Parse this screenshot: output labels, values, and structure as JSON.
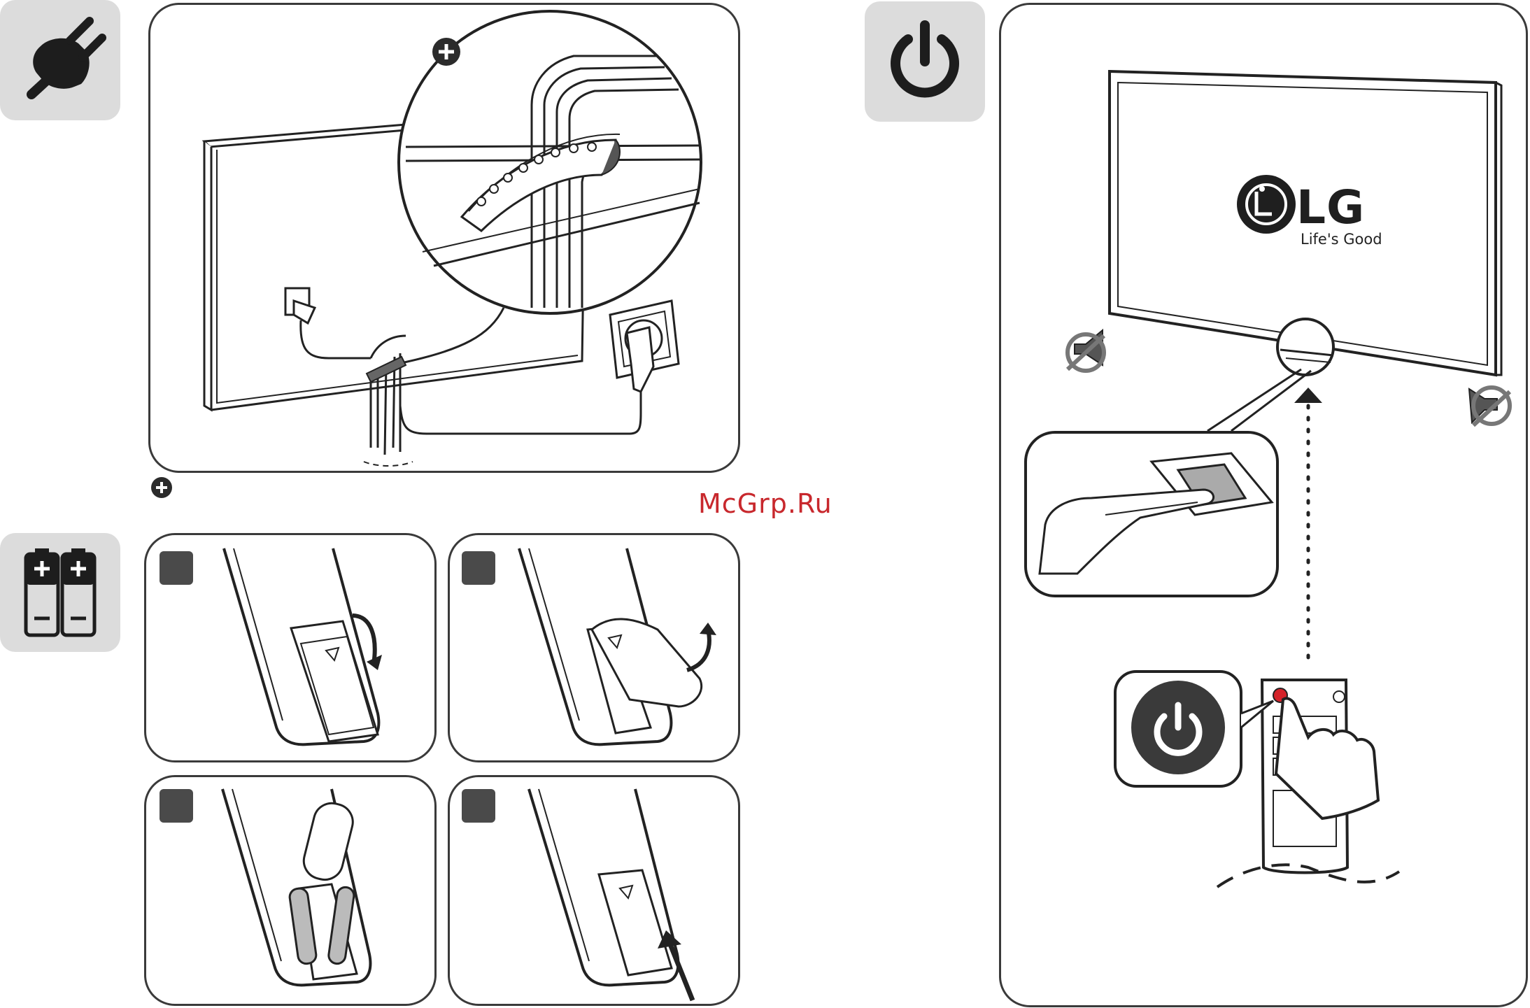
{
  "watermark": "McGrp.Ru",
  "tv_logo": {
    "brand": "LG",
    "tagline": "Life's Good"
  },
  "sections": [
    {
      "id": "power-connection",
      "icon": "plug-icon"
    },
    {
      "id": "batteries",
      "icon": "battery-icon"
    },
    {
      "id": "power-on",
      "icon": "power-icon"
    }
  ],
  "icons": {
    "plus": "plus-circle-icon",
    "power_button": "power-icon",
    "speaker_muted": "muted-speaker-icon"
  },
  "colors": {
    "icon_box": "#dcdcdc",
    "stroke": "#3a3a3a",
    "step_badge": "#4a4a4a",
    "accent_red": "#d4232a"
  }
}
